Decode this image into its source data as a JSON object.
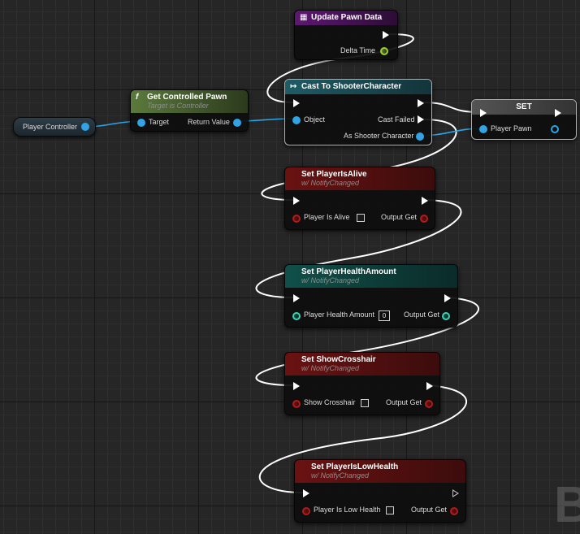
{
  "watermark": "B",
  "nodes": {
    "update_pawn_data": {
      "title": "Update Pawn Data",
      "output": "Delta Time"
    },
    "player_controller": {
      "label": "Player Controller"
    },
    "get_controlled_pawn": {
      "title": "Get Controlled Pawn",
      "subtitle": "Target is Controller",
      "input": "Target",
      "output": "Return Value"
    },
    "cast": {
      "title": "Cast To ShooterCharacter",
      "input": "Object",
      "cast_failed": "Cast Failed",
      "output": "As Shooter Character"
    },
    "set": {
      "title": "SET",
      "input": "Player Pawn"
    },
    "set_alive": {
      "title": "Set PlayerIsAlive",
      "subtitle": "w/ NotifyChanged",
      "input": "Player Is Alive",
      "output": "Output Get"
    },
    "set_health": {
      "title": "Set PlayerHealthAmount",
      "subtitle": "w/ NotifyChanged",
      "input": "Player Health Amount",
      "value": "0",
      "output": "Output Get"
    },
    "set_crosshair": {
      "title": "Set ShowCrosshair",
      "subtitle": "w/ NotifyChanged",
      "input": "Show Crosshair",
      "output": "Output Get"
    },
    "set_low_health": {
      "title": "Set PlayerIsLowHealth",
      "subtitle": "w/ NotifyChanged",
      "input": "Player Is Low Health",
      "output": "Output Get"
    }
  },
  "colors": {
    "exec_wire": "#ffffff",
    "object_wire": "#2aa6e8",
    "event": "#5d1871",
    "cast": "#1f5c66",
    "pure_function": "#5b7a3c",
    "setter_bool": "#6a1212",
    "setter_int": "#11504a"
  }
}
